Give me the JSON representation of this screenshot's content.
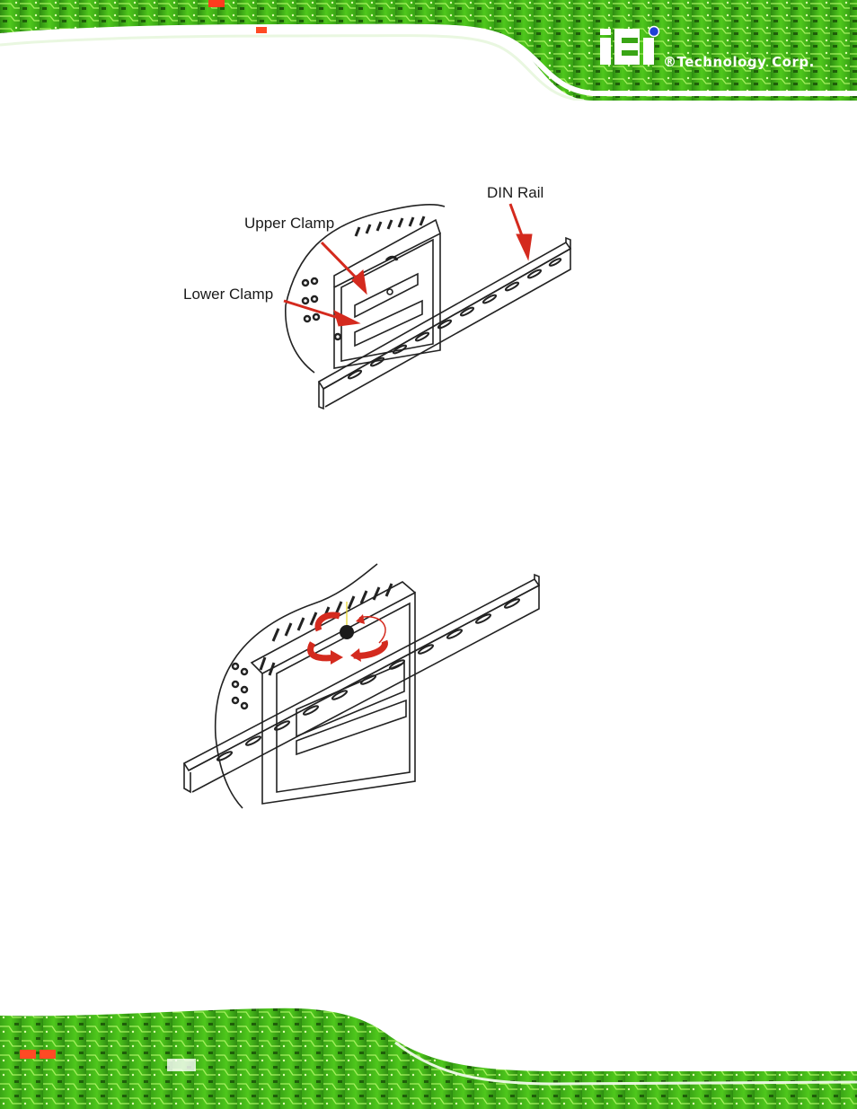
{
  "header": {
    "logo_letters": "iEi",
    "logo_tagline": "®Technology Corp."
  },
  "figure1": {
    "callouts": {
      "din_rail": "DIN Rail",
      "upper_clamp": "Upper Clamp",
      "lower_clamp": "Lower Clamp"
    }
  },
  "colors": {
    "circuit_green": "#4fc81c",
    "arrow_red": "#d42a1e"
  }
}
